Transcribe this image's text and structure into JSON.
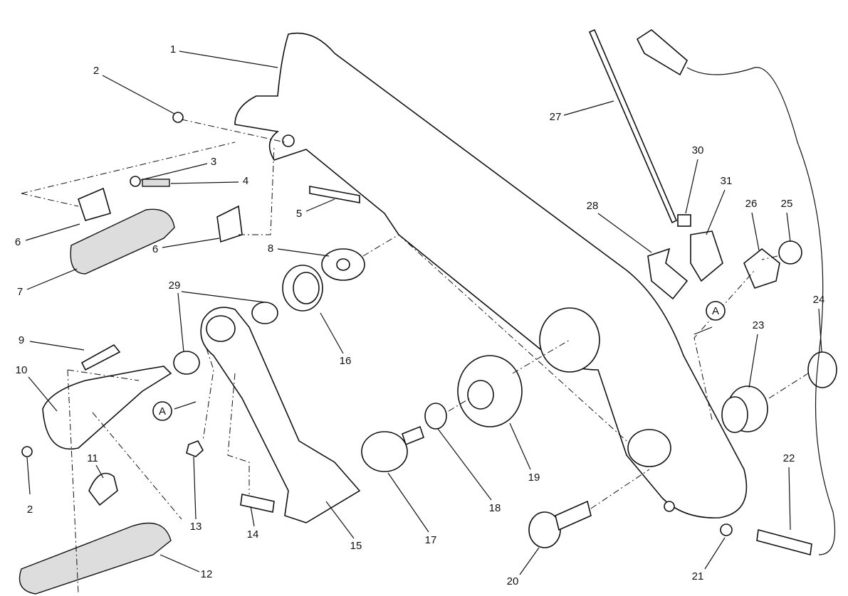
{
  "diagram": {
    "type": "exploded-parts-diagram",
    "callouts": [
      {
        "id": "c1",
        "label": "1"
      },
      {
        "id": "c2a",
        "label": "2"
      },
      {
        "id": "c3",
        "label": "3"
      },
      {
        "id": "c4",
        "label": "4"
      },
      {
        "id": "c5",
        "label": "5"
      },
      {
        "id": "c6a",
        "label": "6"
      },
      {
        "id": "c6b",
        "label": "6"
      },
      {
        "id": "c7",
        "label": "7"
      },
      {
        "id": "c8",
        "label": "8"
      },
      {
        "id": "c9",
        "label": "9"
      },
      {
        "id": "c10",
        "label": "10"
      },
      {
        "id": "c11",
        "label": "11"
      },
      {
        "id": "c12",
        "label": "12"
      },
      {
        "id": "c13",
        "label": "13"
      },
      {
        "id": "c14",
        "label": "14"
      },
      {
        "id": "c15",
        "label": "15"
      },
      {
        "id": "c16",
        "label": "16"
      },
      {
        "id": "c17",
        "label": "17"
      },
      {
        "id": "c18",
        "label": "18"
      },
      {
        "id": "c19",
        "label": "19"
      },
      {
        "id": "c20",
        "label": "20"
      },
      {
        "id": "c21",
        "label": "21"
      },
      {
        "id": "c22",
        "label": "22"
      },
      {
        "id": "c23",
        "label": "23"
      },
      {
        "id": "c24",
        "label": "24"
      },
      {
        "id": "c25",
        "label": "25"
      },
      {
        "id": "c26",
        "label": "26"
      },
      {
        "id": "c27",
        "label": "27"
      },
      {
        "id": "c28",
        "label": "28"
      },
      {
        "id": "c29",
        "label": "29"
      },
      {
        "id": "c30",
        "label": "30"
      },
      {
        "id": "c31",
        "label": "31"
      },
      {
        "id": "c2b",
        "label": "2"
      }
    ],
    "reference_marks": [
      {
        "label": "A"
      },
      {
        "label": "A"
      }
    ]
  }
}
